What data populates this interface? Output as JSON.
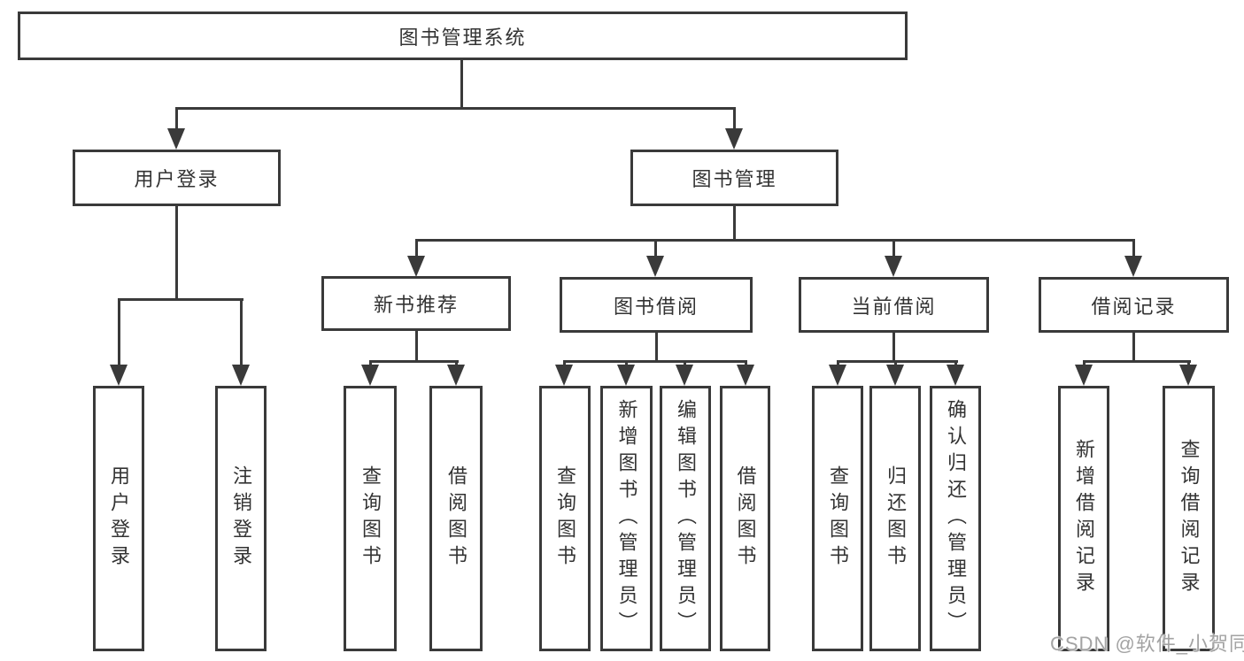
{
  "diagram": {
    "title": "图书管理系统",
    "branches": {
      "user_login": {
        "label": "用户登录",
        "children": [
          "用户登录",
          "注销登录"
        ]
      },
      "book_mgmt": {
        "label": "图书管理",
        "sections": [
          {
            "label": "新书推荐",
            "children": [
              "查询图书",
              "借阅图书"
            ]
          },
          {
            "label": "图书借阅",
            "children": [
              "查询图书",
              "新增图书（管理员）",
              "编辑图书（管理员）",
              "借阅图书"
            ]
          },
          {
            "label": "当前借阅",
            "children": [
              "查询图书",
              "归还图书",
              "确认归还（管理员）"
            ]
          },
          {
            "label": "借阅记录",
            "children": [
              "新增借阅记录",
              "查询借阅记录"
            ]
          }
        ]
      }
    }
  },
  "watermark": "CSDN @软件_小贺同学",
  "colors": {
    "line": "#3a3a3a",
    "text": "#333333",
    "background": "#ffffff",
    "watermark": "#a3a3a3"
  }
}
